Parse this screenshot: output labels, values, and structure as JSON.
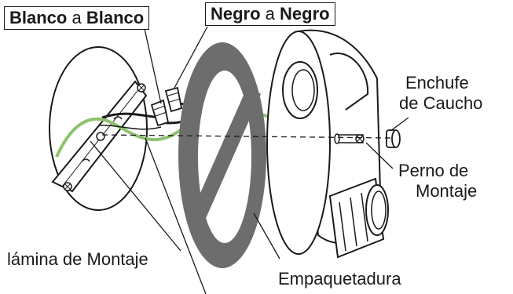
{
  "labels": {
    "white_to_white": {
      "part1": "Blanco",
      "connector": " a ",
      "part2": "Blanco"
    },
    "black_to_black": {
      "part1": "Negro",
      "connector": " a ",
      "part2": "Negro"
    },
    "rubber_plug": {
      "line1": "Enchufe",
      "line2": "de Caucho"
    },
    "mounting_bolt": {
      "line1": "Perno de",
      "line2": "Montaje"
    },
    "mounting_plate": "lámina de Montaje",
    "gasket": "Empaquetadura"
  },
  "colors": {
    "line": "#1a1a1a",
    "gasket_fill": "#6d6d6d",
    "green_wire": "#8dc26f",
    "background": "#ffffff"
  },
  "icons": {
    "gasket": "prohibited-gasket-icon"
  }
}
